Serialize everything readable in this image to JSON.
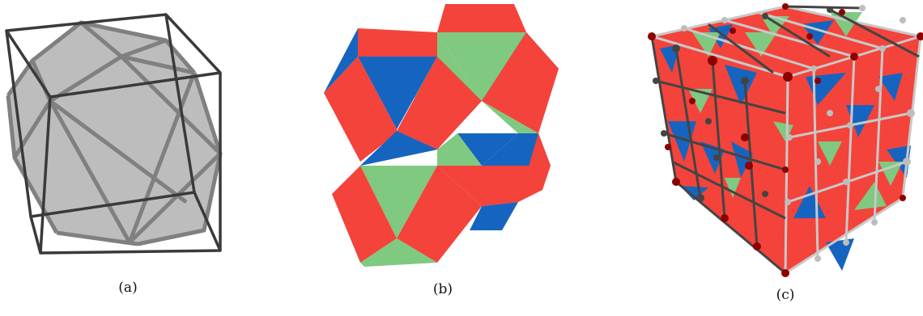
{
  "captions": {
    "a": "(a)",
    "b": "(b)",
    "c": "(c)"
  },
  "colors": {
    "frame": "#3a3a3a",
    "solid_fill": "#bdbdbd",
    "solid_edge": "#7f7f7f",
    "red": "#f4433a",
    "green": "#7fc981",
    "blue": "#1565c0",
    "node_dark": "#8b0000",
    "node_light": "#bdbdbd",
    "node_grey": "#444444",
    "light_edge": "#c9c9c9"
  }
}
